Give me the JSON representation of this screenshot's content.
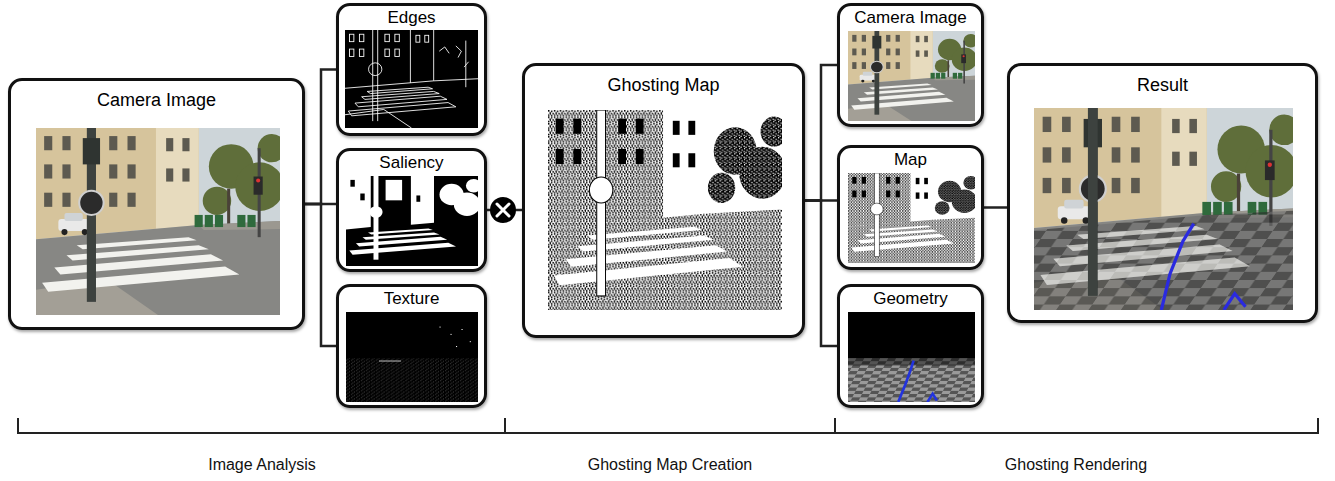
{
  "diagram": {
    "nodes": [
      {
        "text": [
          "Camera Image"
        ]
      },
      {
        "text": [
          "Edges"
        ]
      },
      {
        "text": [
          "Saliency"
        ]
      },
      {
        "text": [
          "Texture"
        ]
      },
      {
        "text": [
          "Ghosting Map"
        ]
      },
      {
        "text": [
          "Camera Image"
        ]
      },
      {
        "text": [
          "Map"
        ]
      },
      {
        "text": [
          "Geometry"
        ]
      },
      {
        "text": [
          "Result"
        ]
      }
    ],
    "edges": [
      {
        "from": 0,
        "to": 1,
        "arrow": "none"
      },
      {
        "from": 0,
        "to": 2,
        "arrow": "none"
      },
      {
        "from": 0,
        "to": 3,
        "arrow": "none"
      },
      {
        "from": 2,
        "to": 4,
        "arrow": "none"
      },
      {
        "from": 4,
        "to": 5,
        "arrow": "none"
      },
      {
        "from": 4,
        "to": 6,
        "arrow": "none"
      },
      {
        "from": 4,
        "to": 7,
        "arrow": "none"
      },
      {
        "from": 6,
        "to": 8,
        "arrow": "none"
      }
    ],
    "labels": [
      "Image Analysis",
      "Ghosting Map Creation",
      "Ghosting Rendering"
    ]
  }
}
